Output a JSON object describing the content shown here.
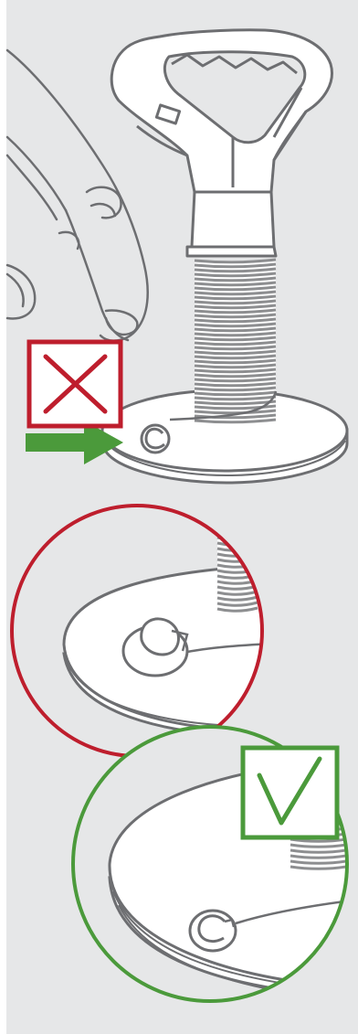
{
  "figure": {
    "panels": [
      {
        "id": "main",
        "subject": "threaded-spool-with-pull-tab-ring"
      },
      {
        "id": "wrong",
        "mark": "cross",
        "mark_icon": "cross-icon"
      },
      {
        "id": "correct",
        "mark": "check",
        "mark_icon": "checkmark-icon"
      }
    ],
    "indicator": {
      "icon": "arrow-right-icon"
    }
  },
  "colors": {
    "background": "#e6e7e8",
    "line": "#6d6e71",
    "fill": "#ffffff",
    "coil": "#8d8e90",
    "arrow": "#4b9a3b",
    "wrong": "#be1e2d",
    "correct": "#4b9a3b"
  }
}
